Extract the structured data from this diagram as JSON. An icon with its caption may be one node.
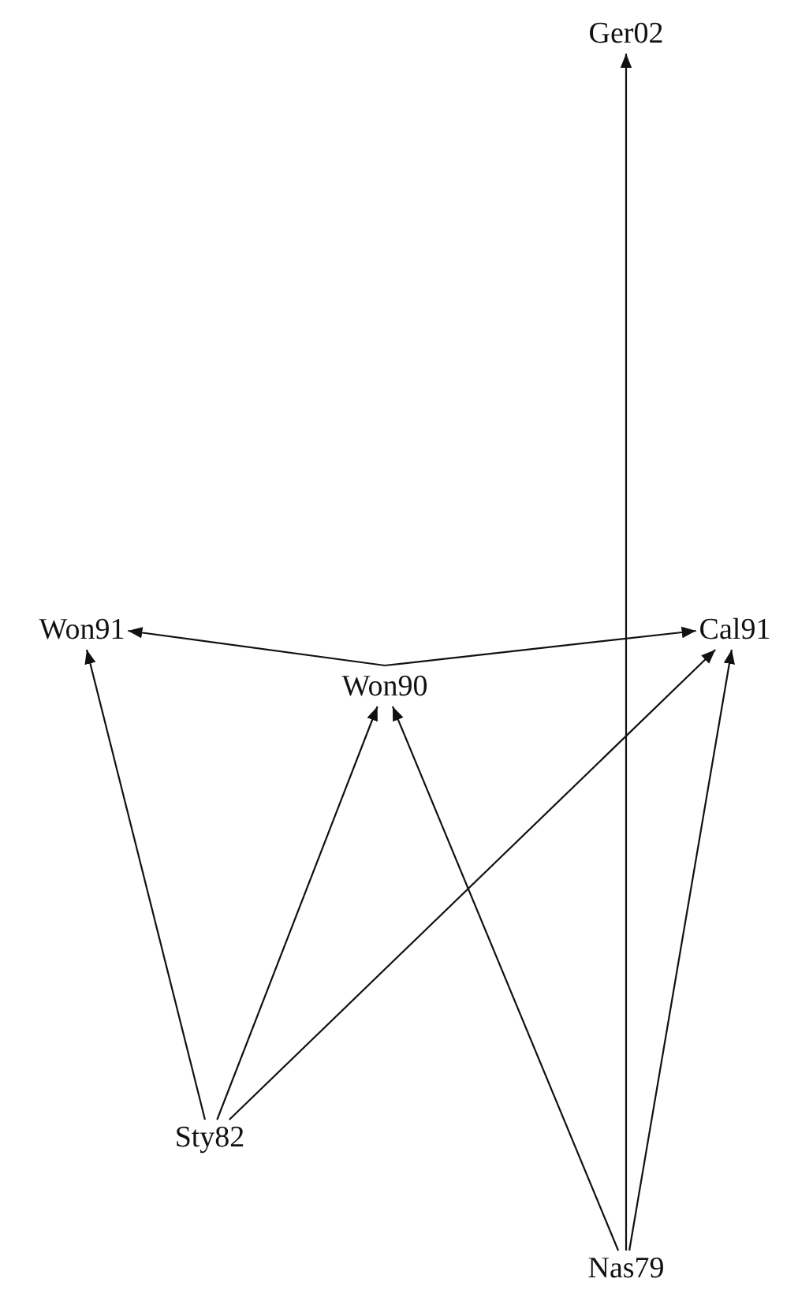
{
  "diagram": {
    "nodes": [
      {
        "text": [
          "Ger02"
        ]
      },
      {
        "text": [
          "Won91"
        ]
      },
      {
        "text": [
          "Cal91"
        ]
      },
      {
        "text": [
          "Won90"
        ]
      },
      {
        "text": [
          "Sty82"
        ]
      },
      {
        "text": [
          "Nas79"
        ]
      }
    ],
    "edges": [
      {
        "from": 3,
        "to": 1,
        "arrow": "to"
      },
      {
        "from": 3,
        "to": 2,
        "arrow": "to"
      },
      {
        "from": 4,
        "to": 1,
        "arrow": "to"
      },
      {
        "from": 4,
        "to": 3,
        "arrow": "to"
      },
      {
        "from": 4,
        "to": 2,
        "arrow": "to"
      },
      {
        "from": 5,
        "to": 3,
        "arrow": "to"
      },
      {
        "from": 5,
        "to": 2,
        "arrow": "to"
      },
      {
        "from": 5,
        "to": 0,
        "arrow": "to"
      }
    ]
  }
}
